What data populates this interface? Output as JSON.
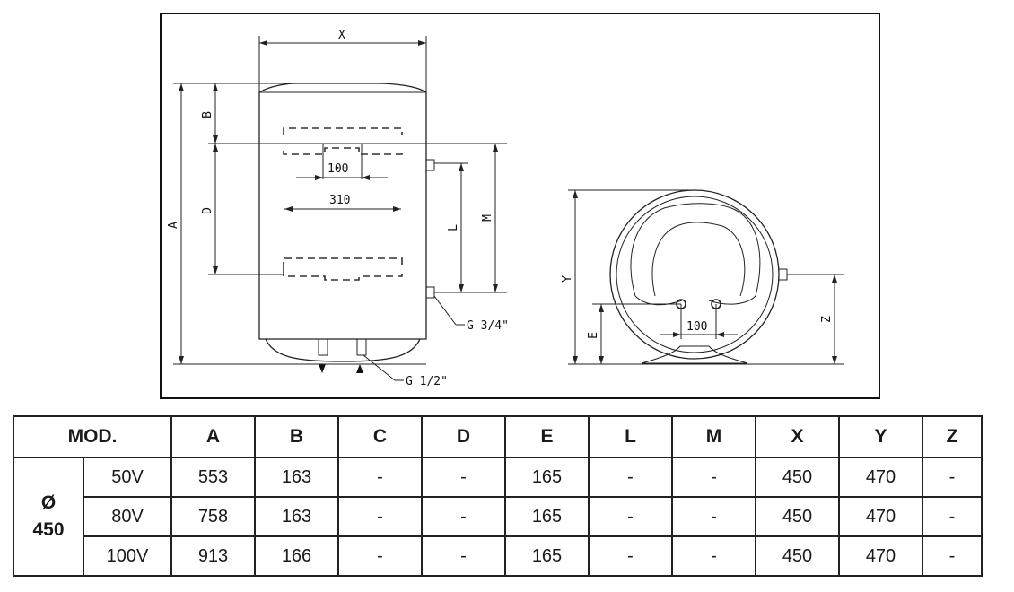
{
  "drawing": {
    "labels": {
      "X": "X",
      "A": "A",
      "B": "B",
      "D": "D",
      "L": "L",
      "M": "M",
      "Y": "Y",
      "E": "E",
      "Z": "Z",
      "dim_100_front": "100",
      "dim_310": "310",
      "dim_100_side": "100",
      "outlet_thread": "G 3/4\"",
      "inlet_thread": "G 1/2\""
    }
  },
  "table": {
    "header": [
      "MOD.",
      "A",
      "B",
      "C",
      "D",
      "E",
      "L",
      "M",
      "X",
      "Y",
      "Z"
    ],
    "group_line1": "Ø",
    "group_line2": "450",
    "rows": [
      {
        "model": "50V",
        "values": [
          "553",
          "163",
          "-",
          "-",
          "165",
          "-",
          "-",
          "450",
          "470",
          "-"
        ]
      },
      {
        "model": "80V",
        "values": [
          "758",
          "163",
          "-",
          "-",
          "165",
          "-",
          "-",
          "450",
          "470",
          "-"
        ]
      },
      {
        "model": "100V",
        "values": [
          "913",
          "166",
          "-",
          "-",
          "165",
          "-",
          "-",
          "450",
          "470",
          "-"
        ]
      }
    ]
  }
}
